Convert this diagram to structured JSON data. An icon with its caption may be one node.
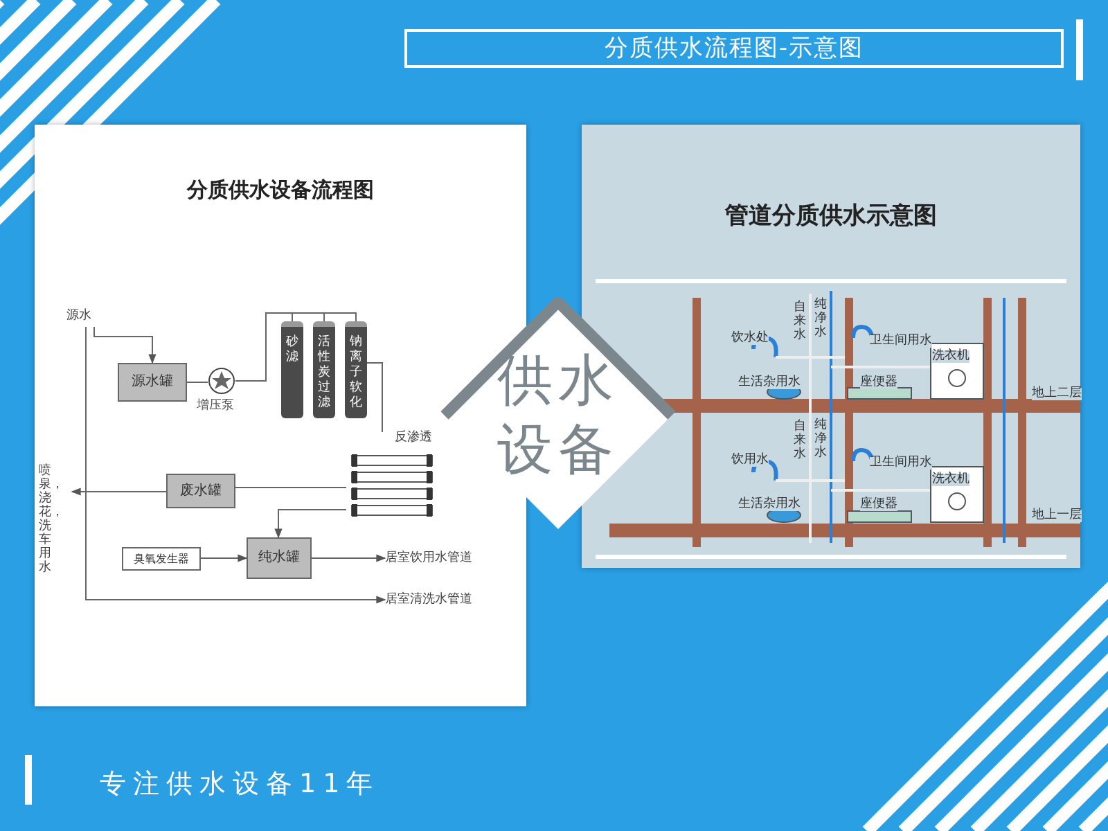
{
  "diagram": {
    "title": "分质供水流程图-示意图",
    "caption": "专注供水设备11年",
    "nodes": [
      {
        "text": [
          "分质供水设备流程图"
        ]
      },
      {
        "text": [
          "源水"
        ],
        "in": 0
      },
      {
        "text": [
          "源水罐"
        ],
        "in": 0
      },
      {
        "text": [],
        "shape": "picture",
        "beside": [
          "增压泵"
        ],
        "in": 0
      },
      {
        "text": [
          "砂滤"
        ],
        "in": 0
      },
      {
        "text": [
          "活性炭过滤"
        ],
        "in": 0
      },
      {
        "text": [
          "钠离子软化"
        ],
        "in": 0
      },
      {
        "text": [
          "反渗透"
        ],
        "in": 0
      },
      {
        "text": [
          "废水罐"
        ],
        "in": 0
      },
      {
        "text": [
          "纯水罐"
        ],
        "in": 0
      },
      {
        "text": [
          "臭氧发生器"
        ],
        "in": 0
      },
      {
        "text": [
          "居室饮用水管道"
        ],
        "in": 0
      },
      {
        "text": [
          "居室清洗水管道"
        ],
        "in": 0
      },
      {
        "text": [
          "喷泉，浇花，洗车用水"
        ],
        "in": 0
      },
      {
        "text": [
          "管道分质供水示意图"
        ]
      },
      {
        "text": [
          "供水设备"
        ]
      }
    ],
    "edges": [
      {
        "from": 1,
        "to": 2,
        "arrow": "to"
      },
      {
        "from": 2,
        "to": 3,
        "arrow": "none"
      },
      {
        "from": 3,
        "to": 4,
        "arrow": "none"
      },
      {
        "from": 4,
        "to": 5,
        "arrow": "none"
      },
      {
        "from": 5,
        "to": 6,
        "arrow": "none"
      },
      {
        "from": 6,
        "to": 7,
        "arrow": "none"
      },
      {
        "from": 7,
        "to": 8,
        "arrow": "none"
      },
      {
        "from": 7,
        "to": 9,
        "arrow": "to"
      },
      {
        "from": 10,
        "to": 9,
        "arrow": "to"
      },
      {
        "from": 9,
        "to": 11,
        "arrow": "to"
      },
      {
        "from": 1,
        "to": 12,
        "arrow": "to"
      },
      {
        "from": 8,
        "to": 13,
        "arrow": "to"
      }
    ],
    "labels": [
      "自来水",
      "纯净水",
      "饮水处",
      "卫生间用水",
      "生活杂用水",
      "座便器",
      "洗衣机",
      "地上二层",
      "自来水",
      "纯净水",
      "饮用水",
      "卫生间用水",
      "生活杂用水",
      "座便器",
      "洗衣机",
      "地上一层"
    ]
  }
}
